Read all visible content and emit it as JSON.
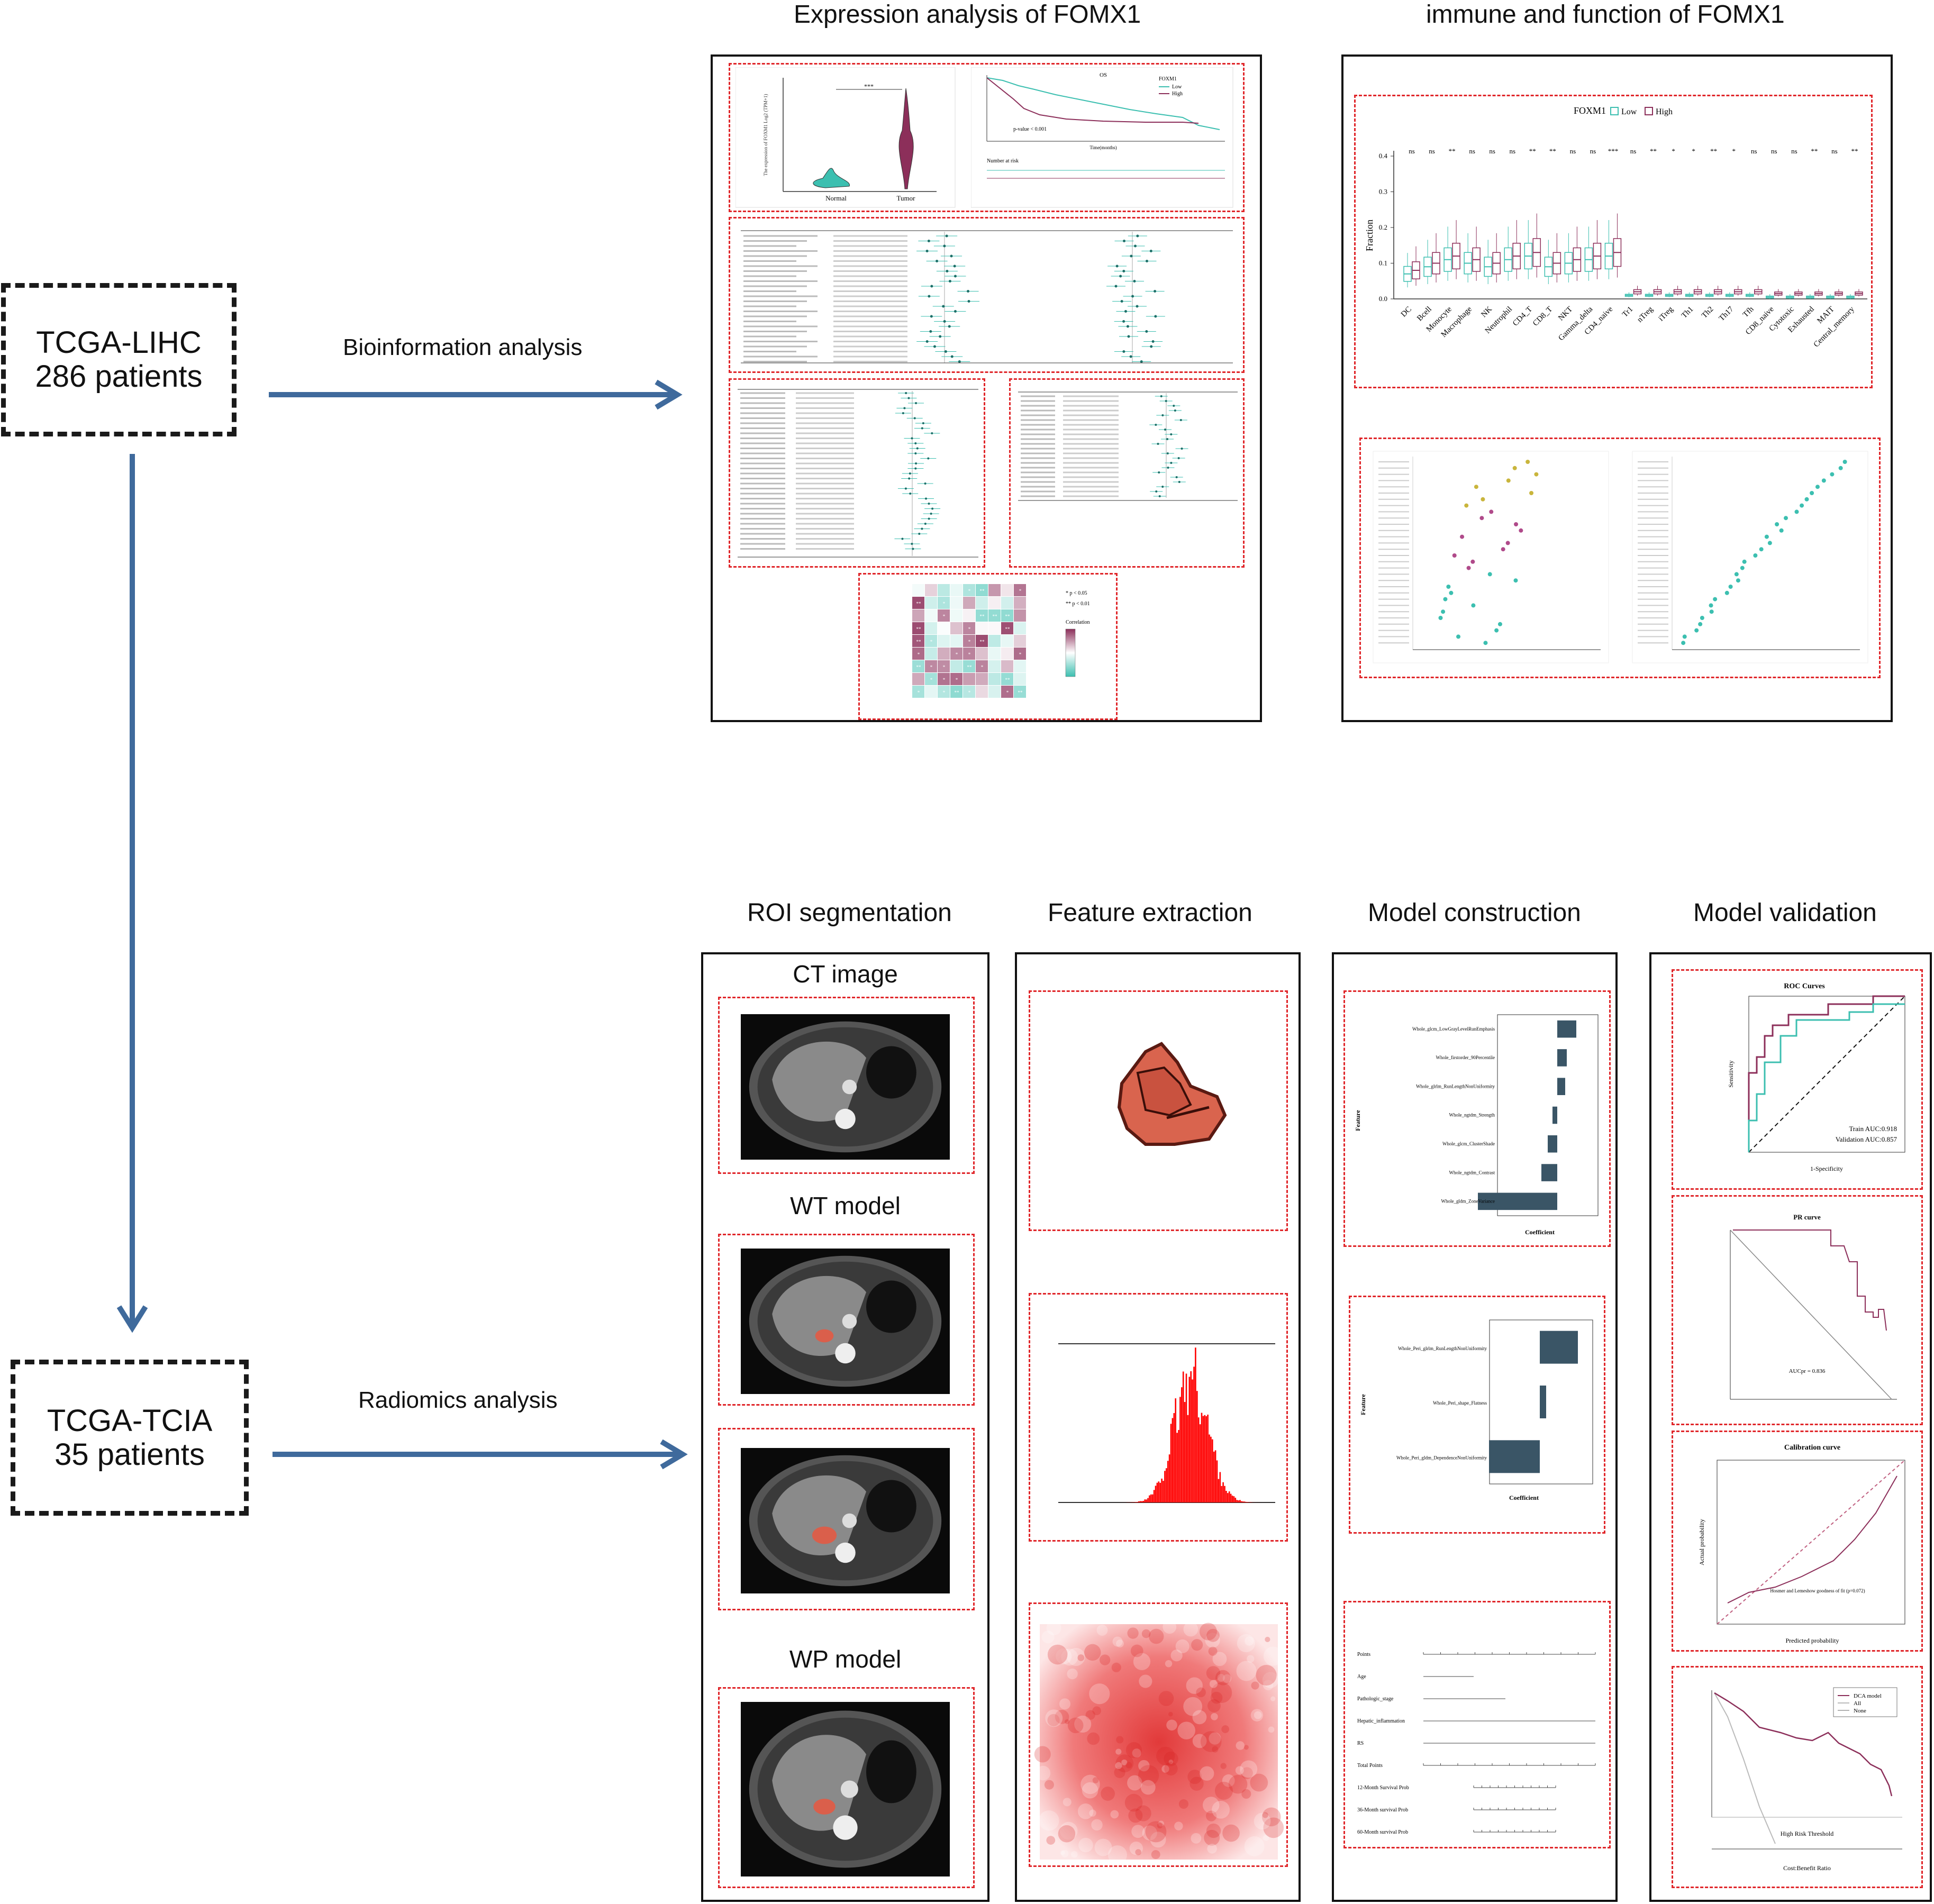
{
  "headings": {
    "expression": "Expression analysis of FOMX1",
    "immune": "immune and function of FOMX1",
    "roi": "ROI segmentation",
    "feature": "Feature extraction",
    "model_construction": "Model construction",
    "model_validation": "Model validation"
  },
  "cohorts": {
    "lihc_name": "TCGA-LIHC",
    "lihc_count": "286 patients",
    "tcia_name": "TCGA-TCIA",
    "tcia_count": "35 patients"
  },
  "arrows": {
    "bioinformation": "Bioinformation analysis",
    "radiomics": "Radiomics analysis"
  },
  "roi": {
    "ct_label": "CT image",
    "wt_label": "WT model",
    "wp_label": "WP model"
  },
  "expression": {
    "violin_groups": [
      "Normal",
      "Tumor"
    ],
    "violin_sig": "***",
    "violin_ylabel": "The expression of FOXM1 Log2 (TPM+1)",
    "km_title": "OS",
    "km_legend_title": "FOXM1",
    "km_legend": [
      "Low",
      "High"
    ],
    "km_pvalue": "p-value < 0.001",
    "km_xlabel": "Time(months)",
    "km_risk_title": "Number at risk"
  },
  "immune": {
    "legend_title": "FOXM1",
    "legend": [
      "Low",
      "High"
    ],
    "ylabel": "Fraction",
    "yticks": [
      "0.0",
      "0.1",
      "0.2",
      "0.3",
      "0.4"
    ],
    "cells": [
      "DC",
      "Bcell",
      "Monocyte",
      "Macrophage",
      "NK",
      "Neutrophil",
      "CD4_T",
      "CD8_T",
      "NKT",
      "Gamma_delta",
      "CD4_naive",
      "Tr1",
      "nTreg",
      "iTreg",
      "Th1",
      "Th2",
      "Th17",
      "Tfh",
      "CD8_naive",
      "Cytotoxic",
      "Exhausted",
      "MAIT",
      "Central_memory"
    ],
    "sig": [
      "ns",
      "ns",
      "**",
      "ns",
      "ns",
      "ns",
      "**",
      "**",
      "ns",
      "ns",
      "***",
      "ns",
      "**",
      "*",
      "*",
      "**",
      "*",
      "ns",
      "ns",
      "ns",
      "**",
      "ns",
      "**"
    ]
  },
  "heatmap": {
    "legend_p1": "* p < 0.05",
    "legend_p2": "** p < 0.01",
    "legend_title": "Correlation"
  },
  "model": {
    "lasso1_xlabel": "Coefficient",
    "lasso1_ylabel": "Feature",
    "lasso1_features": [
      "Whole_glcm_LowGrayLevelRunEmphasis",
      "Whole_firstorder_90Percentile",
      "Whole_glrlm_RunLengthNonUniformity",
      "Whole_ngtdm_Strength",
      "Whole_glcm_ClusterShade",
      "Whole_ngtdm_Contrast",
      "Whole_gldm_ZoneVariance"
    ],
    "lasso1_values": [
      0.6,
      0.3,
      0.25,
      -0.15,
      -0.3,
      -0.5,
      -2.5
    ],
    "lasso2_xlabel": "Coefficient",
    "lasso2_ylabel": "Feature",
    "lasso2_features": [
      "Whole_Peri_glrlm_RunLengthNonUniformity",
      "Whole_Peri_shape_Flatness",
      "Whole_Peri_gldm_DependenceNonUniformity"
    ],
    "lasso2_values": [
      0.6,
      0.1,
      -0.8
    ],
    "nomogram_rows": [
      "Points",
      "Age",
      "Pathologic_stage",
      "Hepatic_inflammation",
      "RS",
      "Total Points",
      "12-Month Survival Prob",
      "36-Month survival Prob",
      "60-Month survival Prob"
    ]
  },
  "validation": {
    "roc_title": "ROC Curves",
    "roc_xlabel": "1-Specificity",
    "roc_ylabel": "Sensitivity",
    "roc_train": "Train AUC:0.918",
    "roc_val": "Validation AUC:0.857",
    "pr_title": "PR curve",
    "pr_auc": "AUCpr = 0.836",
    "cal_title": "Calibration curve",
    "cal_xlabel": "Predicted probability",
    "cal_ylabel": "Actual probability",
    "cal_note": "Hosmer and Lemeshow goodness of fit (p=0.072)",
    "dca_legend": [
      "DCA model",
      "All",
      "None"
    ],
    "dca_xlabel": "High Risk Threshold",
    "dca_xlabel2": "Cost:Benefit Ratio"
  },
  "colors": {
    "arrow": "#3f6a9c",
    "low": "#3cbfb0",
    "high": "#8c2f5a",
    "red_dash": "#e0262a"
  }
}
